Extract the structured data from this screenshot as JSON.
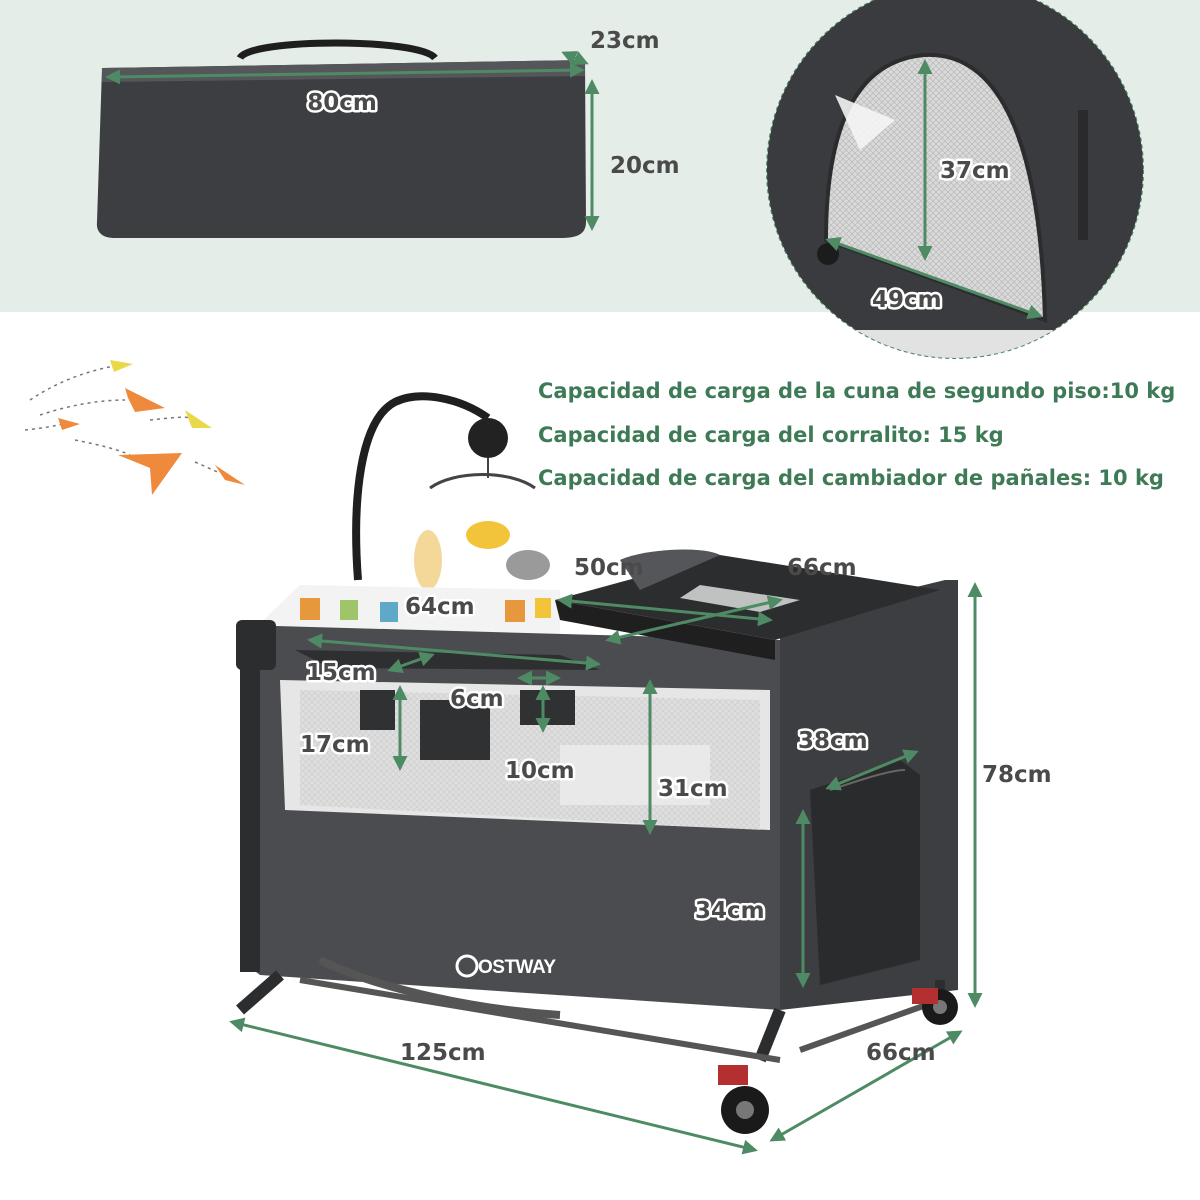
{
  "colors": {
    "accent_green": "#4e8b64",
    "label_green": "#3f7a56",
    "banner_bg": "#e4ede7",
    "fabric_dark": "#3a3b3e",
    "fabric_mid": "#4b4c50",
    "paper_plane_orange": "#ef8a3c",
    "paper_plane_yellow": "#e8d84a"
  },
  "icons": [
    "bag-icon",
    "mesh-window-icon",
    "crib-icon",
    "paper-plane-icon",
    "wheel-icon"
  ],
  "bag": {
    "length": "80cm",
    "depth": "23cm",
    "height": "20cm"
  },
  "window_zoom": {
    "height": "37cm",
    "width": "49cm"
  },
  "capacity": {
    "line1": "Capacidad de carga de la cuna de segundo piso:10 kg",
    "line2": "Capacidad de carga del corralito: 15 kg",
    "line3": "Capacidad de carga del cambiador de pañales: 10 kg"
  },
  "crib": {
    "bassinet_length": "64cm",
    "changer_depth": "50cm",
    "changer_width": "66cm",
    "organizer_width": "15cm",
    "pocket_width": "6cm",
    "organizer_height": "17cm",
    "pocket_height": "10cm",
    "side_height": "31cm",
    "side_pocket_width": "38cm",
    "side_pocket_height": "34cm",
    "total_height": "78cm",
    "total_length": "125cm",
    "total_width": "66cm",
    "brand": "OSTWAY"
  }
}
